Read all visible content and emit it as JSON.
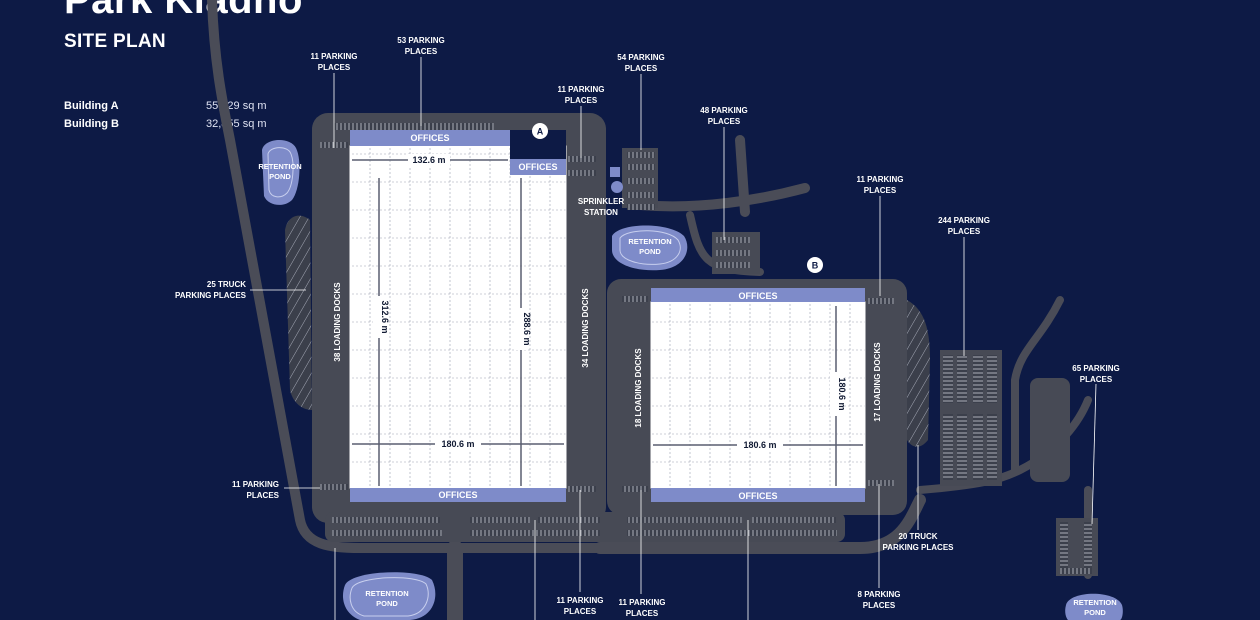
{
  "header": {
    "project_title": "Park Kladno",
    "subtitle": "SITE PLAN"
  },
  "buildings": [
    {
      "name": "Building A",
      "area": "55,629 sq m"
    },
    {
      "name": "Building B",
      "area": "32,855 sq m"
    }
  ],
  "badges": {
    "a": "A",
    "b": "B"
  },
  "offices": {
    "a_top": "OFFICES",
    "a_side": "OFFICES",
    "a_bottom": "OFFICES",
    "b_top": "OFFICES",
    "b_bottom": "OFFICES"
  },
  "dimensions": {
    "a_width": "132.6 m",
    "a_length_left": "312.6 m",
    "a_length_right": "288.6 m",
    "a_depth": "180.6 m",
    "b_depth": "180.6 m",
    "b_length": "180.6 m"
  },
  "docks": {
    "a_left": "38 LOADING DOCKS",
    "a_right": "34 LOADING DOCKS",
    "b_left": "18 LOADING DOCKS",
    "b_right": "17 LOADING DOCKS"
  },
  "ponds": {
    "p1": [
      "RETENTION",
      "POND"
    ],
    "p2": [
      "RETENTION",
      "POND"
    ],
    "p3": [
      "RETENTION",
      "POND"
    ],
    "p4": [
      "RETENTION",
      "POND"
    ]
  },
  "callouts": {
    "c11_top_left": [
      "11 PARKING",
      "PLACES"
    ],
    "c53": [
      "53 PARKING",
      "PLACES"
    ],
    "c54": [
      "54 PARKING",
      "PLACES"
    ],
    "c11_sprinkler": [
      "11 PARKING",
      "PLACES"
    ],
    "c48": [
      "48 PARKING",
      "PLACES"
    ],
    "c11_b_top": [
      "11 PARKING",
      "PLACES"
    ],
    "c244": [
      "244 PARKING",
      "PLACES"
    ],
    "c25_truck": [
      "25 TRUCK",
      "PARKING PLACES"
    ],
    "c65": [
      "65 PARKING",
      "PLACES"
    ],
    "c11_bottom_left": [
      "11 PARKING",
      "PLACES"
    ],
    "c20_truck": [
      "20 TRUCK",
      "PARKING PLACES"
    ],
    "c11_bottom_mid": [
      "11 PARKING",
      "PLACES"
    ],
    "c11_bottom_b": [
      "11 PARKING",
      "PLACES"
    ],
    "c8": [
      "8 PARKING",
      "PLACES"
    ],
    "sprinkler": [
      "SPRINKLER",
      "STATION"
    ]
  }
}
